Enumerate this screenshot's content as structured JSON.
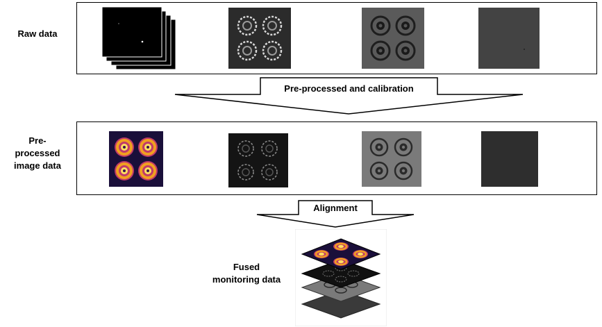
{
  "labels": {
    "raw": "Raw data",
    "preprocessed": "Pre-\nprocessed\nimage data",
    "fused": "Fused\nmonitoring data"
  },
  "arrows": {
    "calibration": "Pre-processed and calibration",
    "alignment": "Alignment"
  },
  "colors": {
    "inferno_bg": "#1a0f3a",
    "inferno_ring": "#f0a020",
    "inferno_core": "#ffe060"
  }
}
